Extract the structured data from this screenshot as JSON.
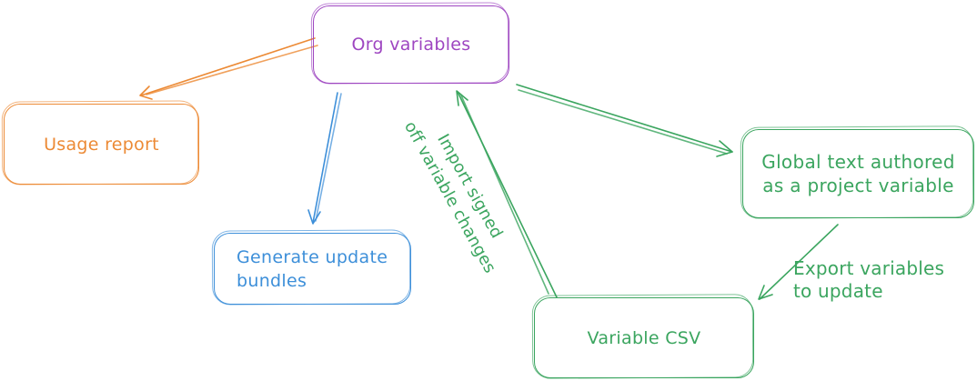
{
  "nodes": {
    "org_variables": {
      "label": "Org variables"
    },
    "usage_report": {
      "label": "Usage report"
    },
    "generate_update_bundles": {
      "lines": [
        "Generate update",
        "bundles"
      ]
    },
    "global_text": {
      "lines": [
        "Global text authored",
        "as a project variable"
      ]
    },
    "variable_csv": {
      "label": "Variable CSV"
    }
  },
  "edges": {
    "import_csv_to_org": {
      "lines": [
        "Import signed",
        "off variable changes"
      ]
    },
    "export_global_to_csv": {
      "lines": [
        "Export variables",
        "to update"
      ]
    }
  },
  "colors": {
    "purple": "#9e46c1",
    "orange": "#ec8a35",
    "blue": "#3d8fd9",
    "green": "#3ba55f"
  }
}
